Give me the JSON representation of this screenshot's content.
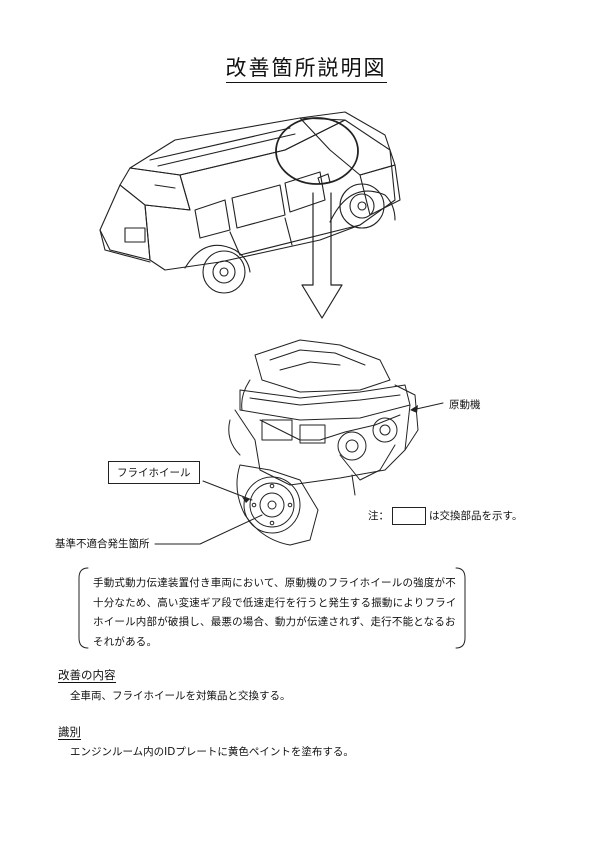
{
  "document": {
    "title": "改善箇所説明図"
  },
  "figure": {
    "label_engine": "原動機",
    "label_flywheel": "フライホイール",
    "label_defect_location": "基準不適合発生箇所",
    "note_prefix": "注：",
    "note_suffix": "は交換部品を示す。"
  },
  "summary": {
    "lines": [
      "手動式動力伝達装置付き車両において、原動機のフライホイールの強度が不",
      "十分なため、高い変速ギア段で低速走行を行うと発生する振動によりフライ",
      "ホイール内部が破損し、最悪の場合、動力が伝達されず、走行不能となるお",
      "それがある。"
    ]
  },
  "improvement": {
    "heading": "改善の内容",
    "text": "全車両、フライホイールを対策品と交換する。"
  },
  "identification": {
    "heading": "識別",
    "text": "エンジンルーム内のIDプレートに黄色ペイントを塗布する。"
  }
}
